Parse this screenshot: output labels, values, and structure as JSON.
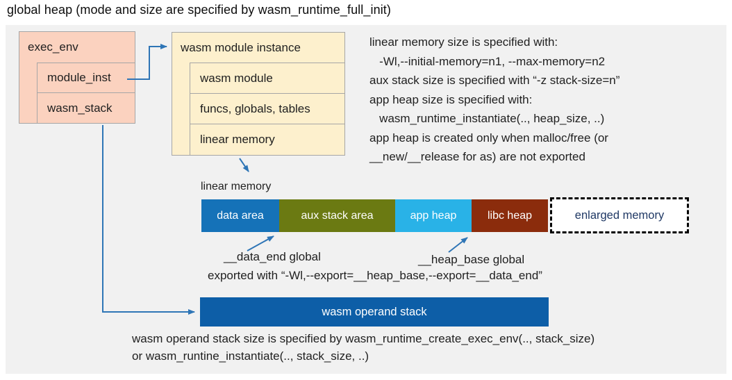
{
  "title": "global heap (mode and size are specified by wasm_runtime_full_init)",
  "exec_env": {
    "header": "exec_env",
    "rows": [
      "module_inst",
      "wasm_stack"
    ]
  },
  "module_instance": {
    "header": "wasm module instance",
    "rows": [
      "wasm module",
      "funcs, globals, tables",
      "linear memory"
    ]
  },
  "notes": {
    "lines": [
      "linear memory size is specified with:",
      "   -Wl,--initial-memory=n1, --max-memory=n2",
      "aux stack size is specified with “-z stack-size=n”",
      "app heap size is specified with:",
      "   wasm_runtime_instantiate(.., heap_size, ..)",
      "app heap is created only when malloc/free (or",
      "__new/__release for as) are not exported"
    ]
  },
  "linear_memory": {
    "label": "linear memory",
    "segments": [
      {
        "label": "data area",
        "color": "#1572b8"
      },
      {
        "label": "aux stack area",
        "color": "#6b7a12"
      },
      {
        "label": "app heap",
        "color": "#29b2e7"
      },
      {
        "label": "libc heap",
        "color": "#8b2c0c"
      }
    ],
    "enlarged_label": "enlarged memory",
    "enlarged_text_color": "#1f3864"
  },
  "annotations": {
    "data_end": "__data_end global",
    "heap_base": "__heap_base global",
    "exported": "exported with “-Wl,--export=__heap_base,--export=__data_end”"
  },
  "operand_stack": {
    "label": "wasm operand stack",
    "color": "#0d5ea7",
    "caption_line1": "wasm operand stack size is specified by wasm_runtime_create_exec_env(.., stack_size)",
    "caption_line2": "or wasm_runtine_instantiate(.., stack_size, ..)"
  },
  "colors": {
    "panel_background": "#f1f1f1",
    "exec_env_fill": "#fbd2bf",
    "module_instance_fill": "#fdf0cd",
    "arrow": "#2e75b6",
    "box_border": "#a6a6a6"
  }
}
